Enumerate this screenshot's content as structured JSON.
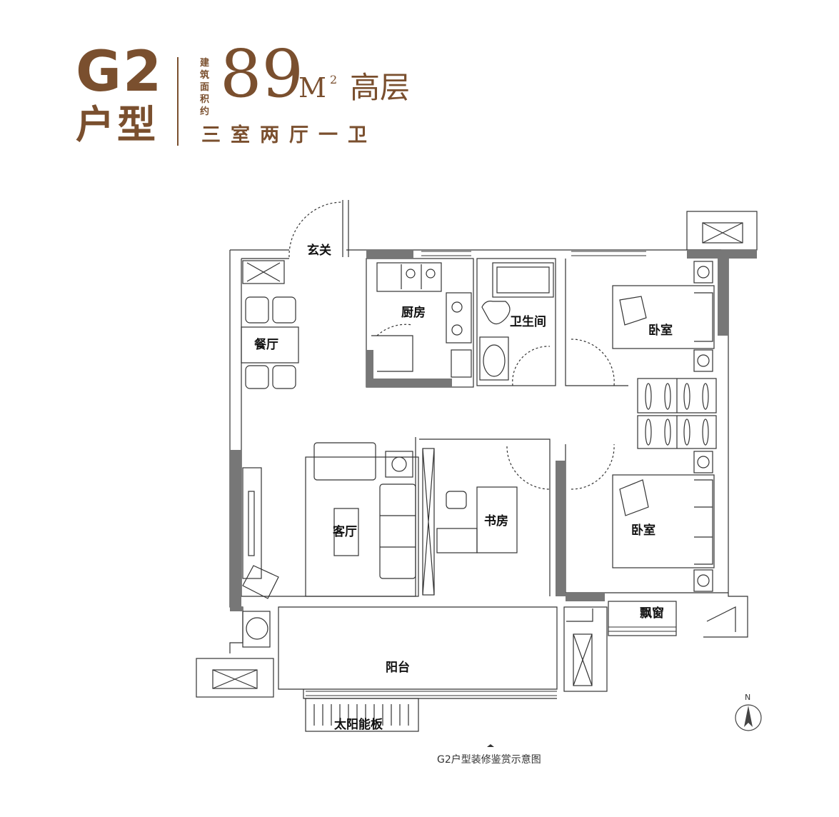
{
  "header": {
    "code": "G2",
    "type_label": "户型",
    "area_prefix": "建筑面积约",
    "area_value": "89",
    "area_unit": "M",
    "area_sup": "2",
    "building_type": "高层",
    "layout": "三室两厅一卫"
  },
  "rooms": {
    "entrance": "玄关",
    "kitchen": "厨房",
    "bathroom": "卫生间",
    "bedroom_top": "卧室",
    "dining": "餐厅",
    "living": "客厅",
    "study": "书房",
    "bedroom_bottom": "卧室",
    "bay_window": "飘窗",
    "balcony": "阳台",
    "solar_panel": "太阳能板"
  },
  "compass": {
    "north_label": "N"
  },
  "caption": "G2户型装修鉴赏示意图",
  "colors": {
    "brand": "#7a4f2e",
    "wall": "#777777"
  }
}
